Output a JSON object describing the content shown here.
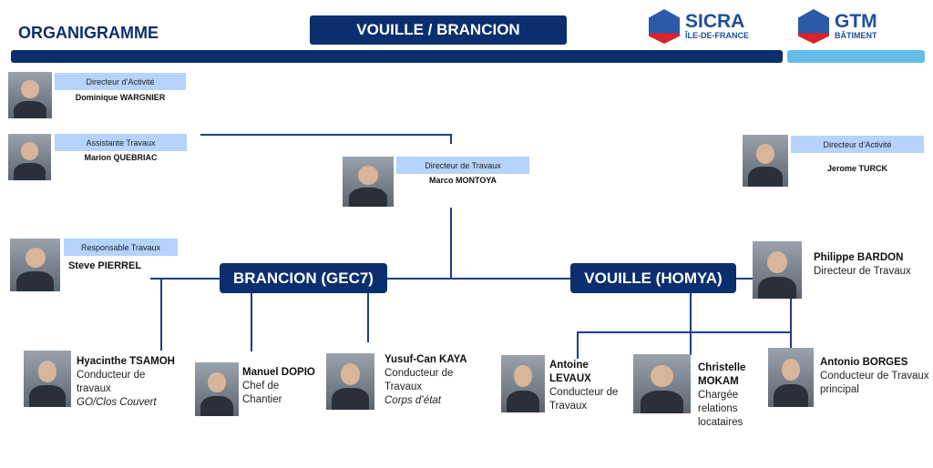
{
  "header": {
    "title": "ORGANIGRAMME",
    "project": "VOUILLE / BRANCION"
  },
  "logos": [
    {
      "name": "SICRA",
      "sub": "ÎLE-DE-FRANCE"
    },
    {
      "name": "GTM",
      "sub": "BÂTIMENT"
    }
  ],
  "colors": {
    "navy": "#0b2f6e",
    "light_blue": "#63bde6",
    "role_bg": "#b5d3fb"
  },
  "top": [
    {
      "role": "Directeur d’Activité",
      "name": "Dominique WARGNIER"
    },
    {
      "role": "Assistante Travaux",
      "name": "Marion QUEBRIAC"
    },
    {
      "role": "Directeur de Travaux",
      "name": "Marco MONTOYA"
    },
    {
      "role": "Directeur d’Activité",
      "name": "Jerome TURCK"
    },
    {
      "role": "Responsable Travaux",
      "name": "Steve PIERREL"
    }
  ],
  "units": {
    "left": "BRANCION (GEC7)",
    "right": "VOUILLE (HOMYA)"
  },
  "bardon": {
    "name": "Philippe BARDON",
    "title": "Directeur de Travaux"
  },
  "people": [
    {
      "name": "Hyacinthe TSAMOH",
      "title": "Conducteur de travaux",
      "note": "GO/Clos Couvert"
    },
    {
      "name": "Manuel DOPIO",
      "title": "Chef de Chantier"
    },
    {
      "name": "Yusuf-Can KAYA",
      "title": "Conducteur de Travaux",
      "note": "Corps d’état"
    },
    {
      "name": "Antoine LEVAUX",
      "title": "Conducteur de Travaux"
    },
    {
      "name": "Christelle MOKAM",
      "title": "Chargée relations locataires"
    },
    {
      "name": "Antonio BORGES",
      "title": "Conducteur de Travaux principal"
    }
  ]
}
